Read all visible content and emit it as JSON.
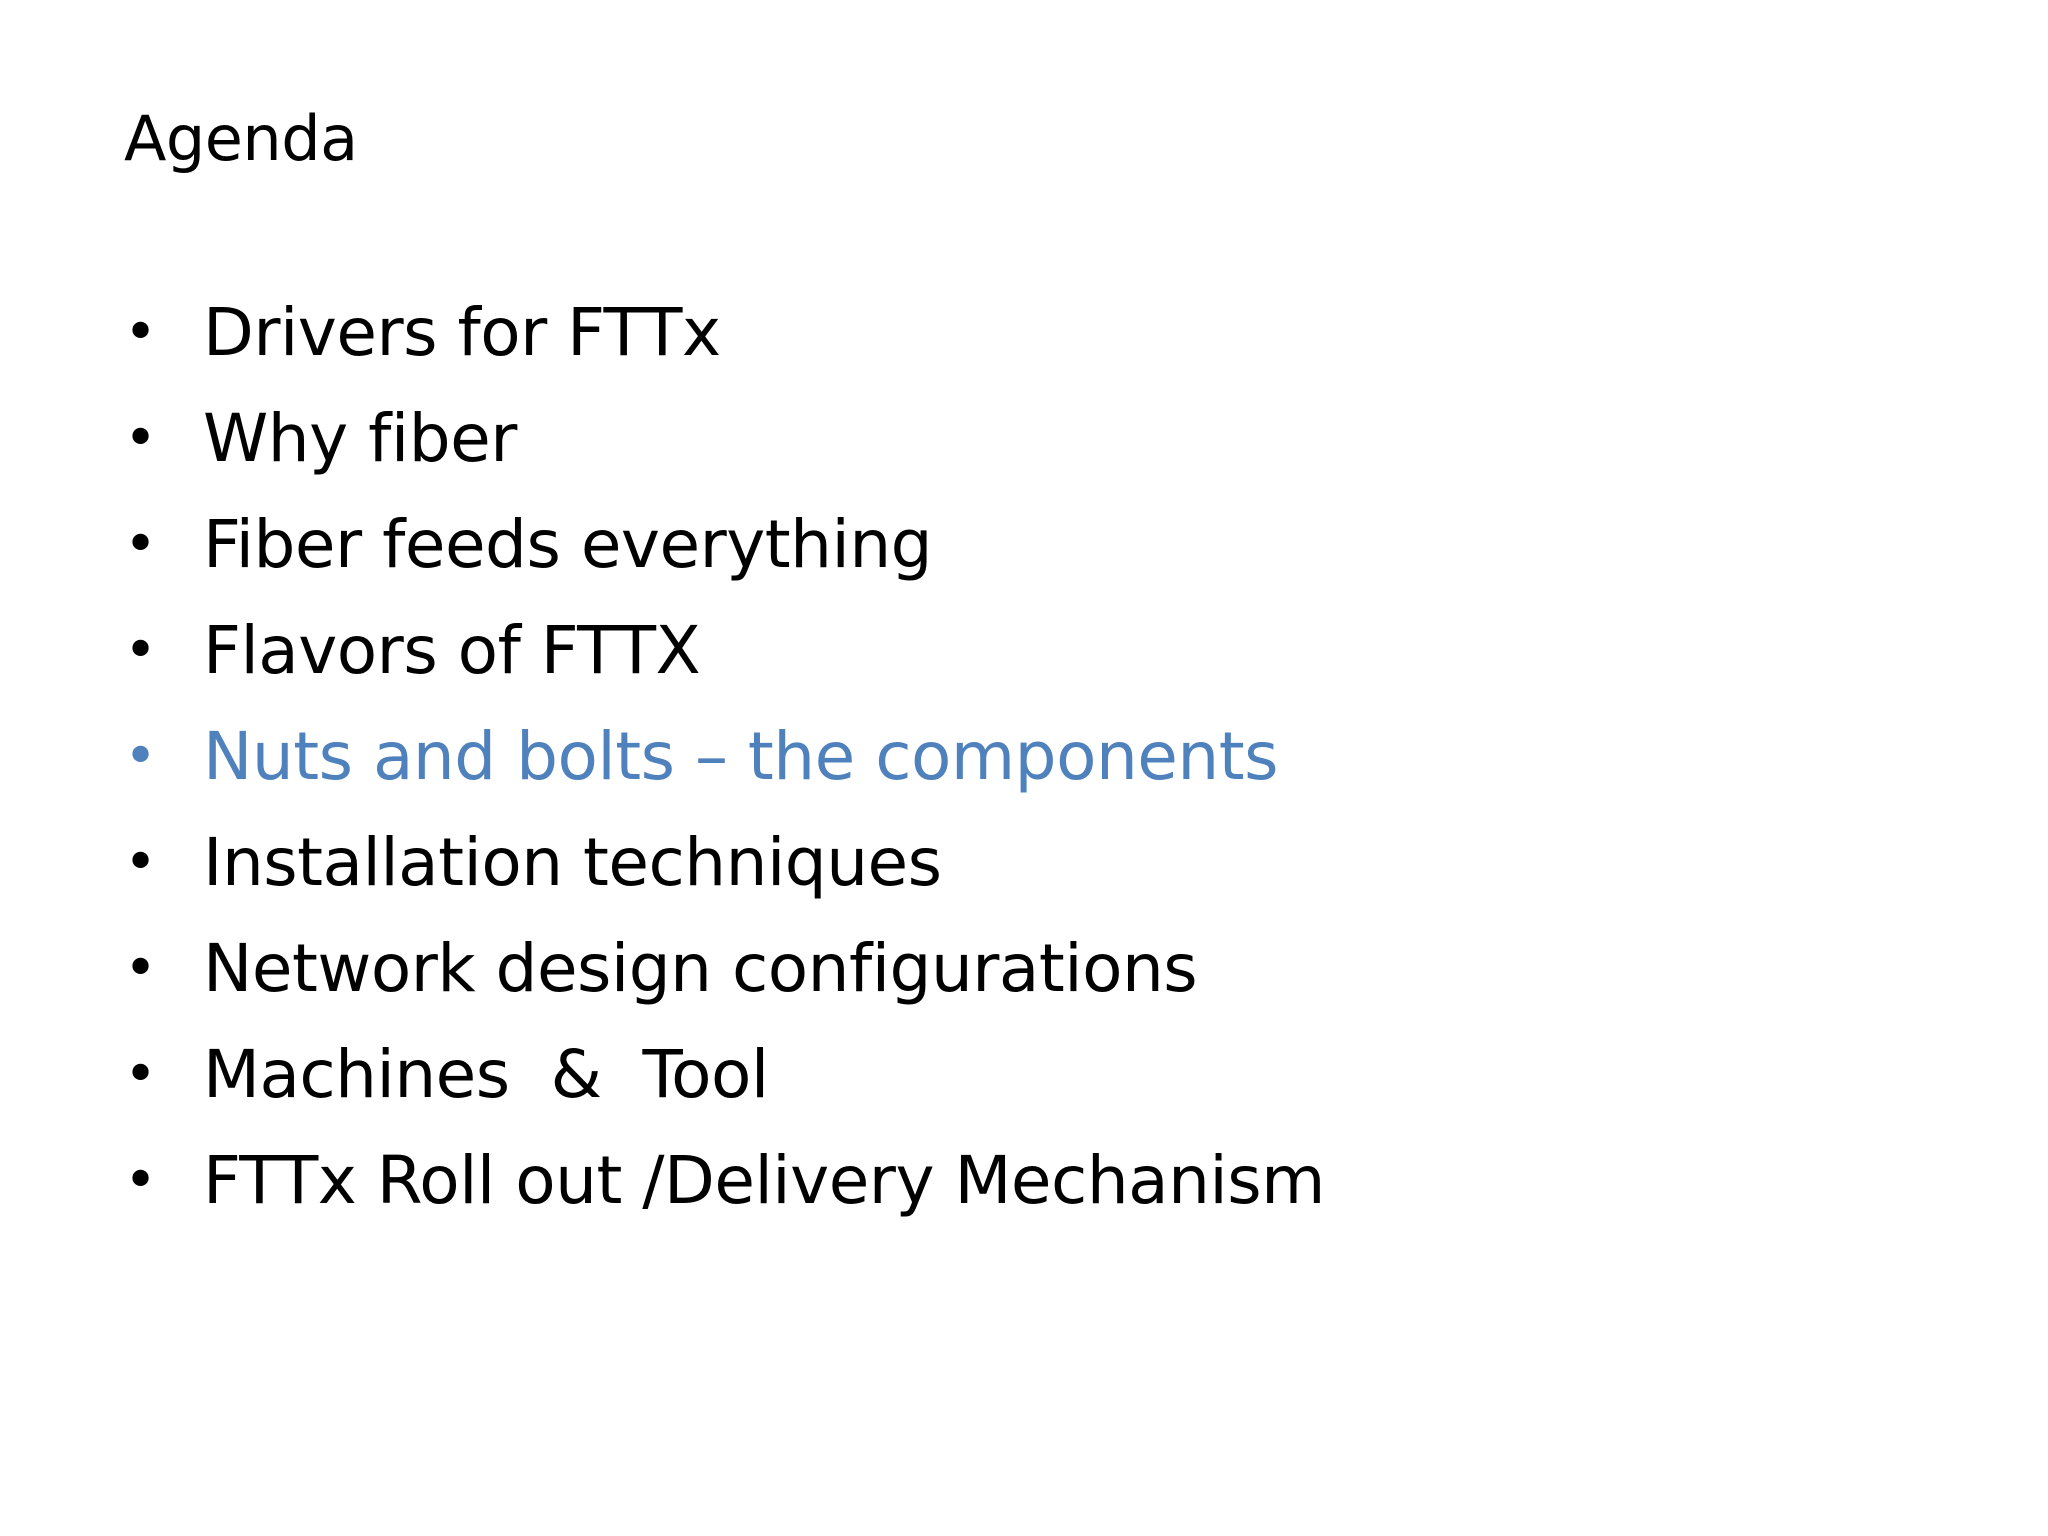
{
  "slide": {
    "title": "Agenda",
    "bullet_glyph": "•",
    "highlight_color": "#4f81bd",
    "items": [
      {
        "text": "Drivers for FTTx",
        "highlighted": false
      },
      {
        "text": "Why fiber",
        "highlighted": false
      },
      {
        "text": "Fiber feeds everything",
        "highlighted": false
      },
      {
        "text": "Flavors of FTTX",
        "highlighted": false
      },
      {
        "text": "Nuts and bolts – the components",
        "highlighted": true
      },
      {
        "text": "Installation techniques",
        "highlighted": false
      },
      {
        "text": "Network design configurations",
        "highlighted": false
      },
      {
        "text": "Machines  &  Tool",
        "highlighted": false
      },
      {
        "text": "FTTx Roll out /Delivery Mechanism",
        "highlighted": false
      }
    ]
  }
}
